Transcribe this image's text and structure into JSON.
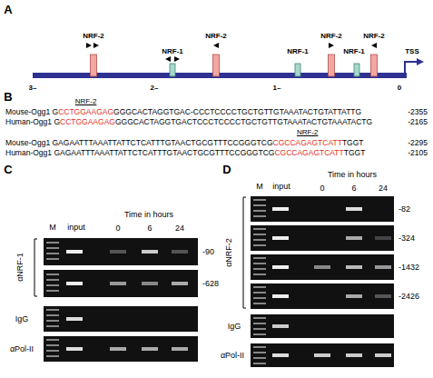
{
  "diagram": {
    "labels": [
      "A",
      "NRF-2",
      "NRF-1",
      "NRF-2",
      "NRF-1",
      "NRF-2",
      "NRF-1",
      "NRF-2",
      "TSS",
      "3–",
      "2–",
      "1–",
      "0",
      "B",
      "NRF-2",
      "Mouse-Ogg1 G",
      "CCTGGAAGAG",
      "GGGCACTAGGTGAC-CCCTCCCCTGCTGTTGTAAATACTGTATTATTG",
      "-2355",
      "Human-Ogg1 G",
      "CCTGGAAGAG",
      "GGGCACTAGGTGACTCCCTCCCCTGCTGTTGTAAATACTGTAAATACTG",
      "-2165",
      "NRF-2",
      "Mouse-Ogg1 GAGAATTTAAATTATTCTCATTTGTAACTGCGTTTCCGGGTCG",
      "CGCCAGAGTCATT",
      "TGGT",
      "-2295",
      "Human-Ogg1 GAGAATTTAAATTATTCTCATTTGTAACTGCGTTTCCGGGTCG",
      "CGCCAGAGTCATT",
      "TGGT",
      "-2105",
      "C",
      "M",
      "input",
      "Time in hours",
      "0",
      "6",
      "24",
      "αNRF-1",
      "-90",
      "-628",
      "IgG",
      "αPol-II",
      "D",
      "M",
      "input",
      "Time in hours",
      "0",
      "6",
      "24",
      "αNRF-2",
      "-82",
      "-324",
      "-1432",
      "-2426",
      "IgG",
      "αPol-II"
    ]
  }
}
